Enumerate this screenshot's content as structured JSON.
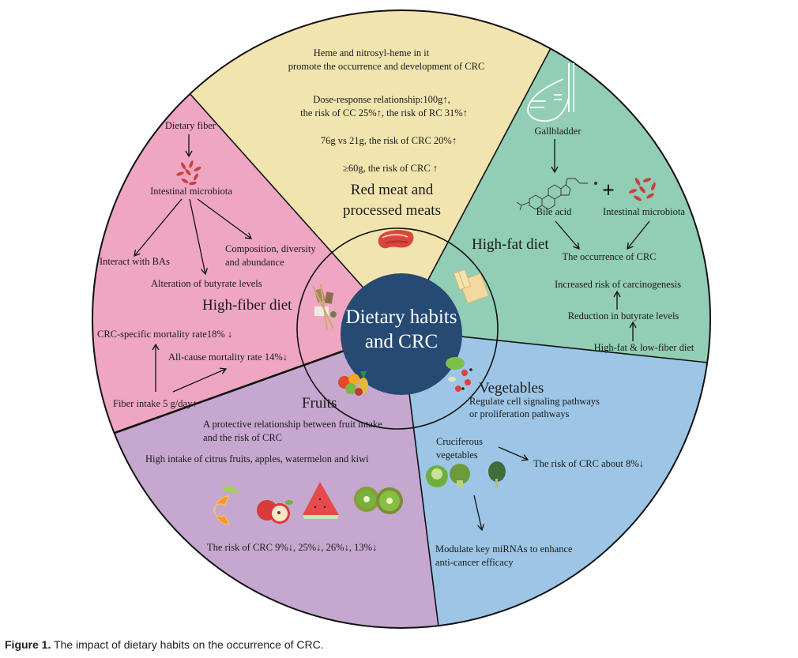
{
  "center": {
    "line1": "Dietary habits",
    "line2": "and CRC",
    "color": "#264A72"
  },
  "colors": {
    "red_meat": "#F2E4AF",
    "high_fat": "#92CDB5",
    "vegetables": "#9DC6E6",
    "fruits": "#C5A7CF",
    "high_fiber": "#EFA6C3"
  },
  "sectors": {
    "red_meat": {
      "title_line1": "Red meat and",
      "title_line2": "processed meats",
      "lines": [
        "Heme and nitrosyl-heme in it",
        "promote the occurrence and development of CRC",
        "Dose-response relationship:100g↑,",
        "the risk of CC 25%↑, the risk of RC 31%↑",
        "76g  vs  21g, the risk of CRC 20%↑",
        "≥60g, the risk of CRC ↑"
      ],
      "icon": "steak-icon"
    },
    "high_fat": {
      "title": "High-fat diet",
      "gallbladder": "Gallbladder",
      "bile_acid": "Bile acid",
      "plus": "+",
      "microbiota": "Intestinal microbiota",
      "occurrence": "The occurrence of CRC",
      "increased": "Increased risk of carcinogenesis",
      "reduction": "Reduction in butyrate levels",
      "diet": "High-fat & low-fiber diet",
      "icon": "butter-icon"
    },
    "vegetables": {
      "title": "Vegetables",
      "line1": "Regulate cell signaling pathways",
      "line2": "or proliferation pathways",
      "cruciferous1": "Cruciferous",
      "cruciferous2": "vegetables",
      "risk": "The risk of CRC about 8%↓",
      "mirna1": "Modulate key miRNAs to enhance",
      "mirna2": " anti-cancer efficacy",
      "icon": "salad-icon"
    },
    "fruits": {
      "title": "Fruits",
      "line1": "A protective relationship between fruit intake",
      "line2": "and the risk of CRC",
      "line3": "High intake of citrus fruits, apples, watermelon and kiwi",
      "risk": "The risk of CRC 9%↓, 25%↓, 26%↓, 13%↓",
      "icons": [
        "orange-icon",
        "apple-icon",
        "watermelon-icon",
        "kiwi-icon"
      ]
    },
    "high_fiber": {
      "title": "High-fiber diet",
      "dietary_fiber": "Dietary fiber",
      "microbiota": "Intestinal microbiota",
      "interact": "Interact with BAs",
      "composition1": "Composition, diversity",
      "composition2": "and abundance",
      "alteration": "Alteration of butyrate levels",
      "crc_mortality": "CRC-specific mortality rate18% ↓",
      "all_cause": "All-cause mortality rate 14%↓",
      "fiber_intake": "Fiber intake 5 g/day↑",
      "icon": "grains-icon"
    }
  },
  "caption": {
    "label": "Figure 1.",
    "text": " The impact of dietary habits on the occurrence of CRC."
  }
}
